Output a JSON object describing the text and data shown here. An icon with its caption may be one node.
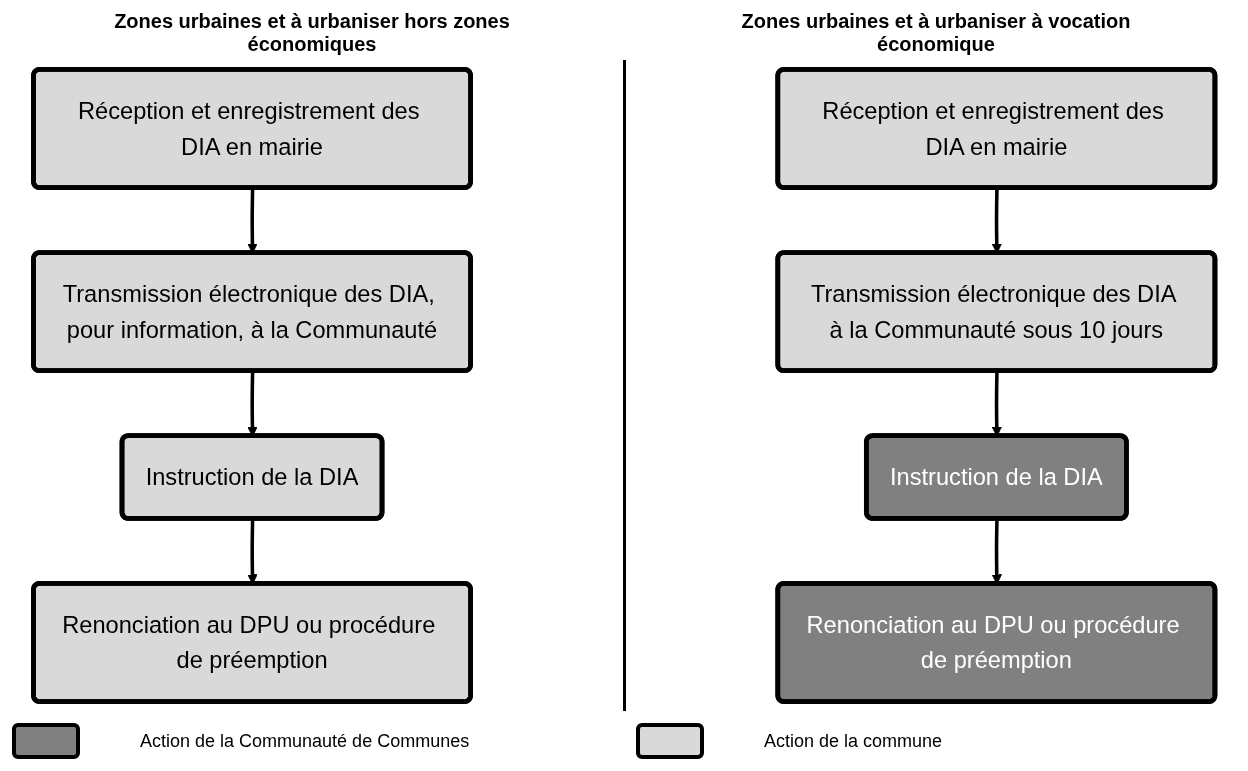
{
  "diagram": {
    "nodes": [
      {
        "text": [
          "Réception et enregistrement des DIA en mairie"
        ]
      },
      {
        "text": [
          "Transmission électronique des DIA, pour information, à la Communauté"
        ]
      },
      {
        "text": [
          "Instruction de la DIA"
        ]
      },
      {
        "text": [
          "Renonciation au DPU ou procédure de préemption"
        ]
      },
      {
        "text": [
          "Réception et enregistrement des DIA en mairie"
        ]
      },
      {
        "text": [
          "Transmission électronique des DIA à la Communauté sous 10 jours"
        ]
      },
      {
        "text": [
          "Instruction de la DIA"
        ]
      },
      {
        "text": [
          "Renonciation au DPU ou procédure de préemption"
        ]
      }
    ],
    "edges": [
      {
        "from": 0,
        "to": 1,
        "arrow": "to"
      },
      {
        "from": 1,
        "to": 2,
        "arrow": "to"
      },
      {
        "from": 2,
        "to": 3,
        "arrow": "to"
      },
      {
        "from": 4,
        "to": 5,
        "arrow": "to"
      },
      {
        "from": 5,
        "to": 6,
        "arrow": "to"
      },
      {
        "from": 6,
        "to": 7,
        "arrow": "to"
      }
    ],
    "labels": [
      "Zones urbaines et à urbaniser hors zones économiques",
      "Zones urbaines et à urbaniser à vocation économique"
    ],
    "legend": [
      {
        "text": "Action de la Communauté de Communes",
        "color": "#808080"
      },
      {
        "text": "Action de la commune",
        "color": "#d9d9d9"
      }
    ]
  }
}
